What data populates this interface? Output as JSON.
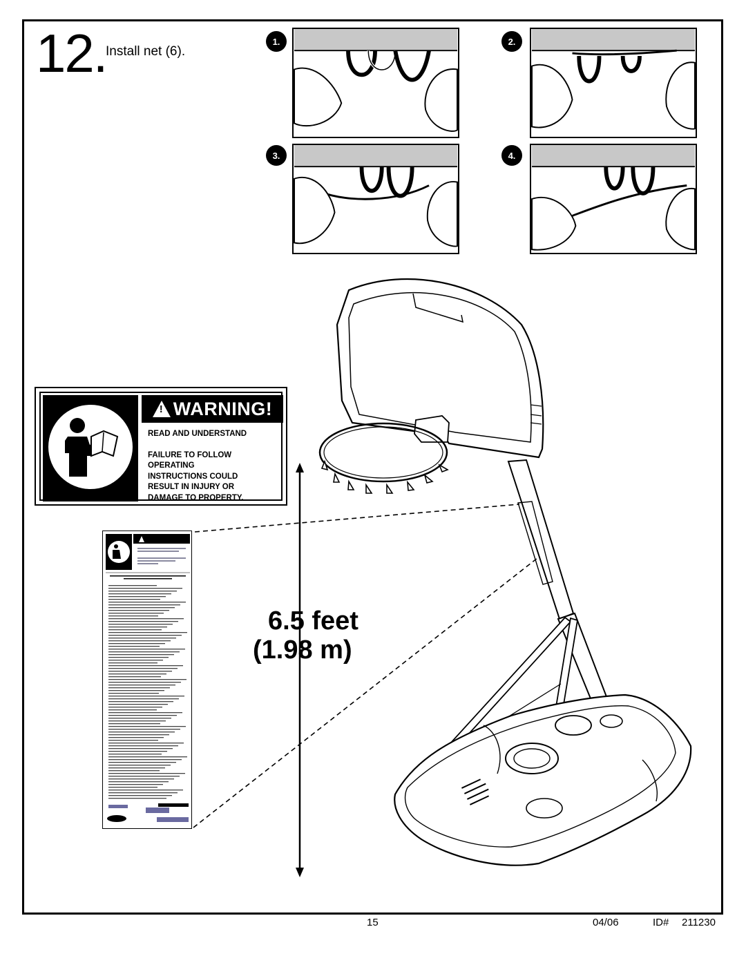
{
  "step": {
    "number": "12.",
    "title": "Install net (6)."
  },
  "panels": [
    {
      "badge": "1."
    },
    {
      "badge": "2."
    },
    {
      "badge": "3."
    },
    {
      "badge": "4."
    }
  ],
  "warning": {
    "banner": "WARNING!",
    "lines": [
      "READ AND UNDERSTAND",
      "",
      "FAILURE TO FOLLOW",
      "OPERATING",
      "INSTRUCTIONS COULD",
      "RESULT IN INJURY OR",
      "DAMAGE TO PROPERTY."
    ]
  },
  "height": {
    "feet": "6.5 feet",
    "meters": "(1.98 m)"
  },
  "footer": {
    "page": "15",
    "date": "04/06",
    "id_label": "ID#",
    "id_value": "211230"
  }
}
